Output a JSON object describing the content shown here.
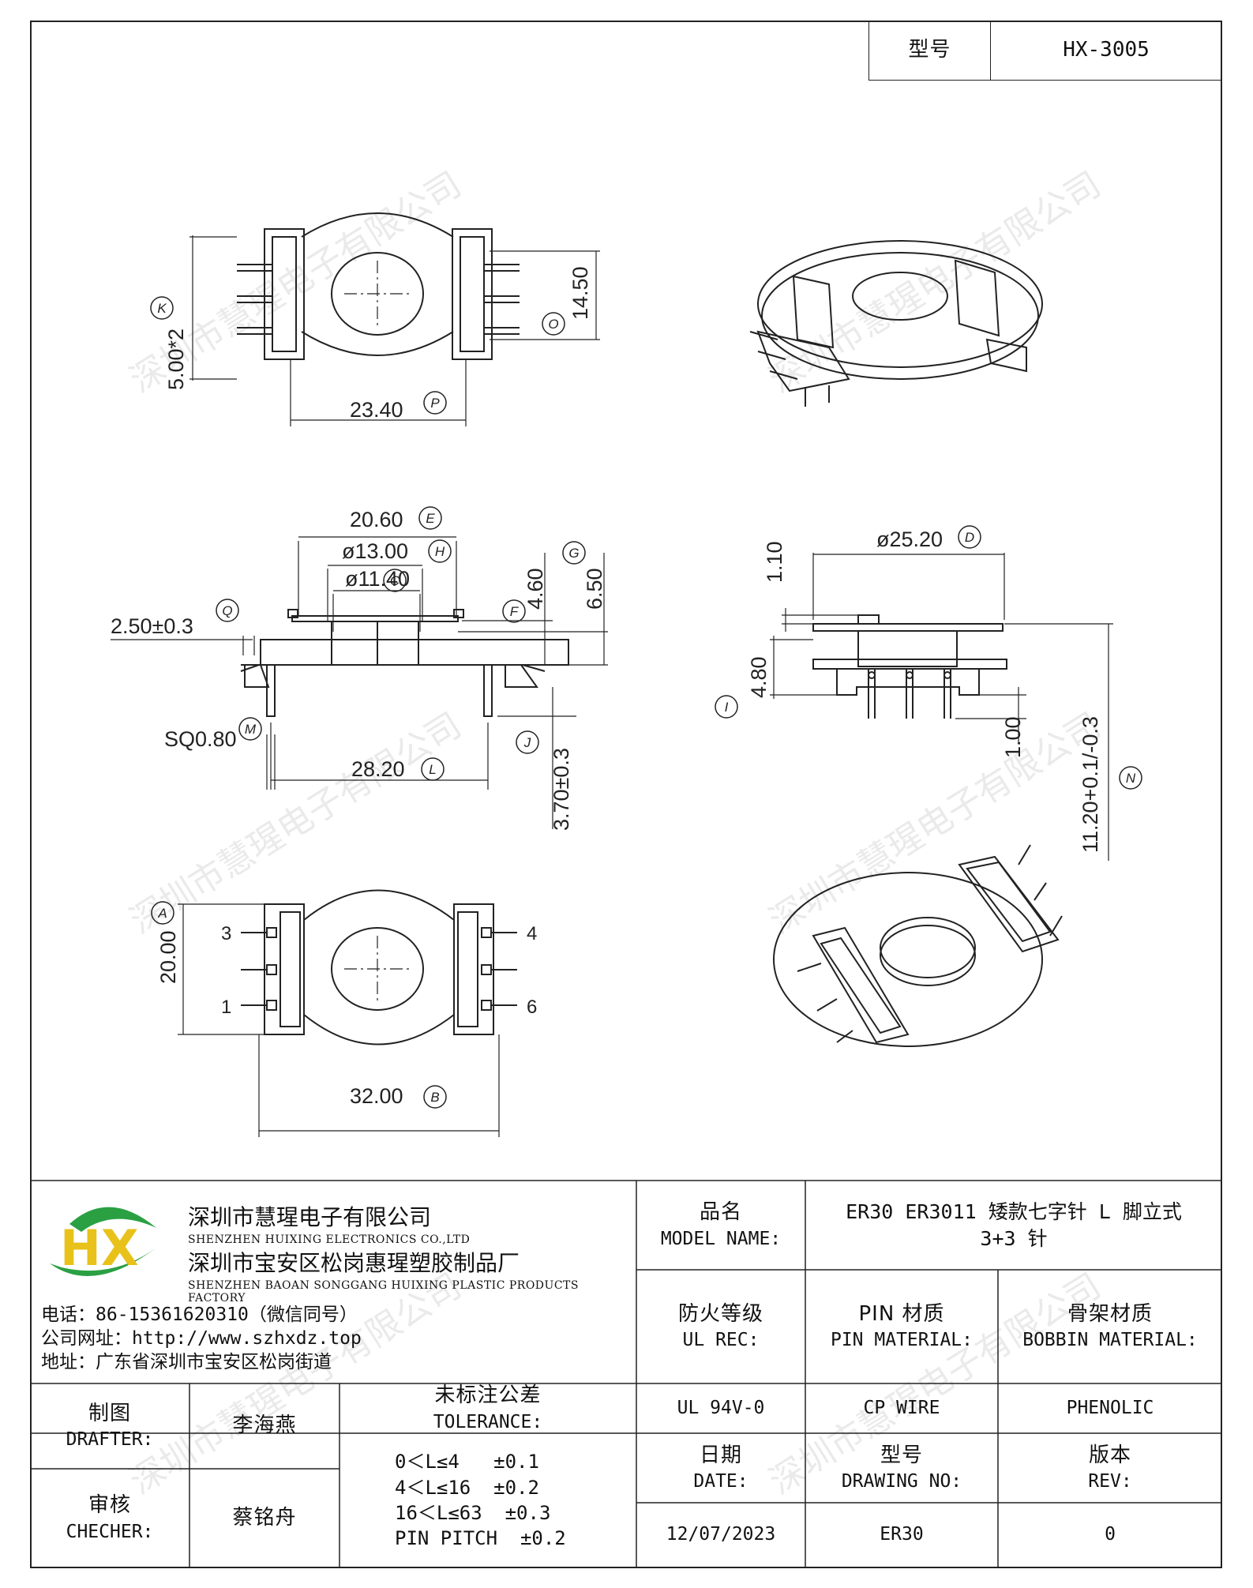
{
  "header": {
    "model_label": "型号",
    "model_value": "HX-3005"
  },
  "watermark": "深圳市慧瑆电子有限公司",
  "dimensions": {
    "k": "5.00*2",
    "o": "14.50",
    "p": "23.40",
    "e": "20.60",
    "h": "ø13.00",
    "c": "ø11.40",
    "q": "2.50±0.3",
    "f": "4.60",
    "g": "6.50",
    "m": "SQ0.80",
    "l": "28.20",
    "j": "3.70±0.3",
    "d": "ø25.20",
    "d2": "1.10",
    "i": "4.80",
    "n1": "1.00",
    "n": "11.20+0.1/-0.3",
    "a": "20.00",
    "b": "32.00"
  },
  "markers": {
    "k": "K",
    "o": "O",
    "p": "P",
    "e": "E",
    "h": "H",
    "c": "C",
    "q": "Q",
    "f": "F",
    "g": "G",
    "m": "M",
    "l": "L",
    "j": "J",
    "d": "D",
    "i": "I",
    "n": "N",
    "a": "A",
    "b": "B"
  },
  "pins": {
    "p1": "1",
    "p3": "3",
    "p4": "4",
    "p6": "6"
  },
  "company": {
    "name_cn": "深圳市慧瑆电子有限公司",
    "name_en": "SHENZHEN HUIXING ELECTRONICS CO.,LTD",
    "factory_cn": "深圳市宝安区松岗惠瑆塑胶制品厂",
    "factory_en": "SHENZHEN BAOAN SONGGANG HUIXING PLASTIC PRODUCTS FACTORY",
    "phone": "电话：86-15361620310（微信同号）",
    "website": "公司网址：http://www.szhxdz.top",
    "address": "地址：广东省深圳市宝安区松岗街道"
  },
  "logo": {
    "letters": "HX",
    "green": "#2aa043",
    "yellow": "#e8c21a"
  },
  "titleblock": {
    "model_name_cn": "品名",
    "model_name_en": "MODEL NAME:",
    "model_name_value_1": "ER30 ER3011 矮款七字针 L 脚立式",
    "model_name_value_2": "3+3 针",
    "ul_cn": "防火等级",
    "ul_en": "UL REC:",
    "pin_cn": "PIN 材质",
    "pin_en": "PIN MATERIAL:",
    "bobbin_cn": "骨架材质",
    "bobbin_en": "BOBBIN MATERIAL:",
    "ul_value": "UL 94V-0",
    "pin_value": "CP WIRE",
    "bobbin_value": "PHENOLIC",
    "drafter_cn": "制图",
    "drafter_en": "DRAFTER:",
    "drafter_name": "李海燕",
    "checker_cn": "审核",
    "checker_en": "CHECHER:",
    "checker_name": "蔡铭舟",
    "tol_cn": "未标注公差",
    "tol_en": "TOLERANCE:",
    "tol_1": "0＜L≤4   ±0.1",
    "tol_2": "4＜L≤16  ±0.2",
    "tol_3": "16＜L≤63  ±0.3",
    "tol_4": "PIN PITCH  ±0.2",
    "date_cn": "日期",
    "date_en": "DATE:",
    "date_value": "12/07/2023",
    "drawing_cn": "型号",
    "drawing_en": "DRAWING NO:",
    "drawing_value": "ER30",
    "rev_cn": "版本",
    "rev_en": "REV:",
    "rev_value": "0"
  }
}
